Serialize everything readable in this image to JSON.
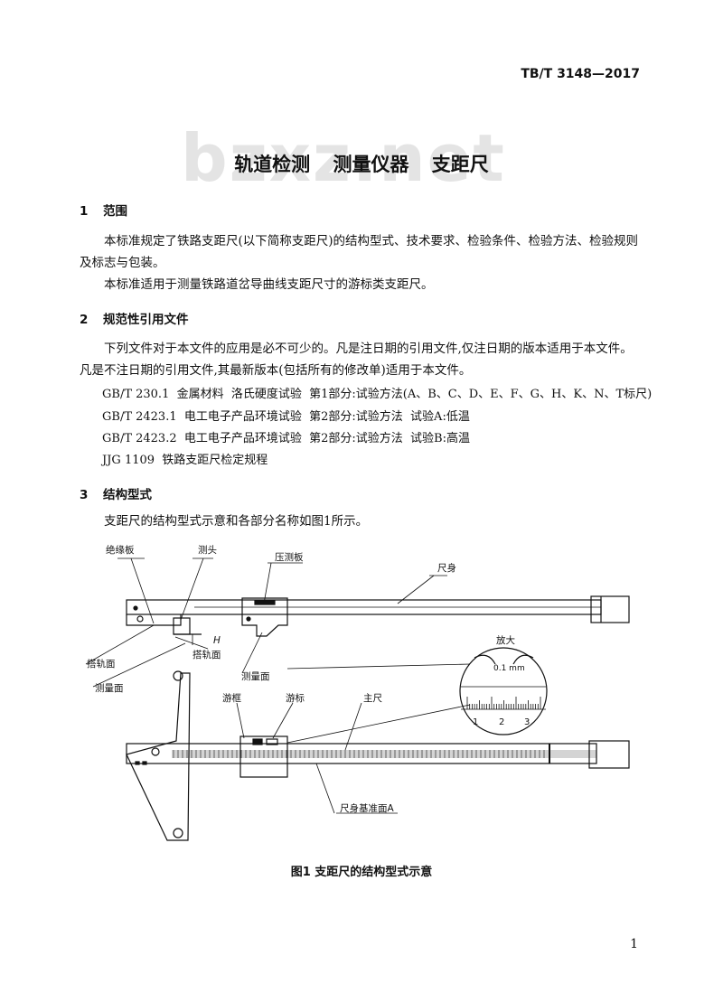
{
  "header": {
    "standard_code": "TB/T 3148—2017"
  },
  "watermark": "bzxz.net",
  "title": "轨道检测  测量仪器  支距尺",
  "sections": [
    {
      "num": "1",
      "heading": "范围",
      "paragraphs": [
        "本标准规定了铁路支距尺(以下简称支距尺)的结构型式、技术要求、检验条件、检验方法、检验规则及标志与包装。",
        "本标准适用于测量铁路道岔导曲线支距尺寸的游标类支距尺。"
      ]
    },
    {
      "num": "2",
      "heading": "规范性引用文件",
      "paragraphs": [
        "下列文件对于本文件的应用是必不可少的。凡是注日期的引用文件,仅注日期的版本适用于本文件。凡是不注日期的引用文件,其最新版本(包括所有的修改单)适用于本文件。"
      ],
      "references": [
        "GB/T 230.1  金属材料  洛氏硬度试验  第1部分:试验方法(A、B、C、D、E、F、G、H、K、N、T标尺)",
        "GB/T 2423.1  电工电子产品环境试验  第2部分:试验方法  试验A:低温",
        "GB/T 2423.2  电工电子产品环境试验  第2部分:试验方法  试验B:高温",
        "JJG 1109  铁路支距尺检定规程"
      ]
    },
    {
      "num": "3",
      "heading": "结构型式",
      "paragraphs": [
        "支距尺的结构型式示意和各部分名称如图1所示。"
      ]
    }
  ],
  "figure": {
    "labels": {
      "insulating_plate": "绝缘板",
      "probe_head": "测头",
      "pressure_plate": "压测板",
      "ruler_body": "尺身",
      "rail_seat_face_1": "搭轨面",
      "rail_seat_face_2": "搭轨面",
      "h": "H",
      "measuring_face_1": "测量面",
      "measuring_face_2": "测量面",
      "magnify": "放大",
      "resolution": "0.1 mm",
      "scale_1": "1",
      "scale_2": "2",
      "scale_3": "3",
      "frame": "游框",
      "vernier": "游标",
      "main_scale": "主尺",
      "datum_face": "尺身基准面A"
    },
    "caption": "图1  支距尺的结构型式示意"
  },
  "page_number": "1"
}
